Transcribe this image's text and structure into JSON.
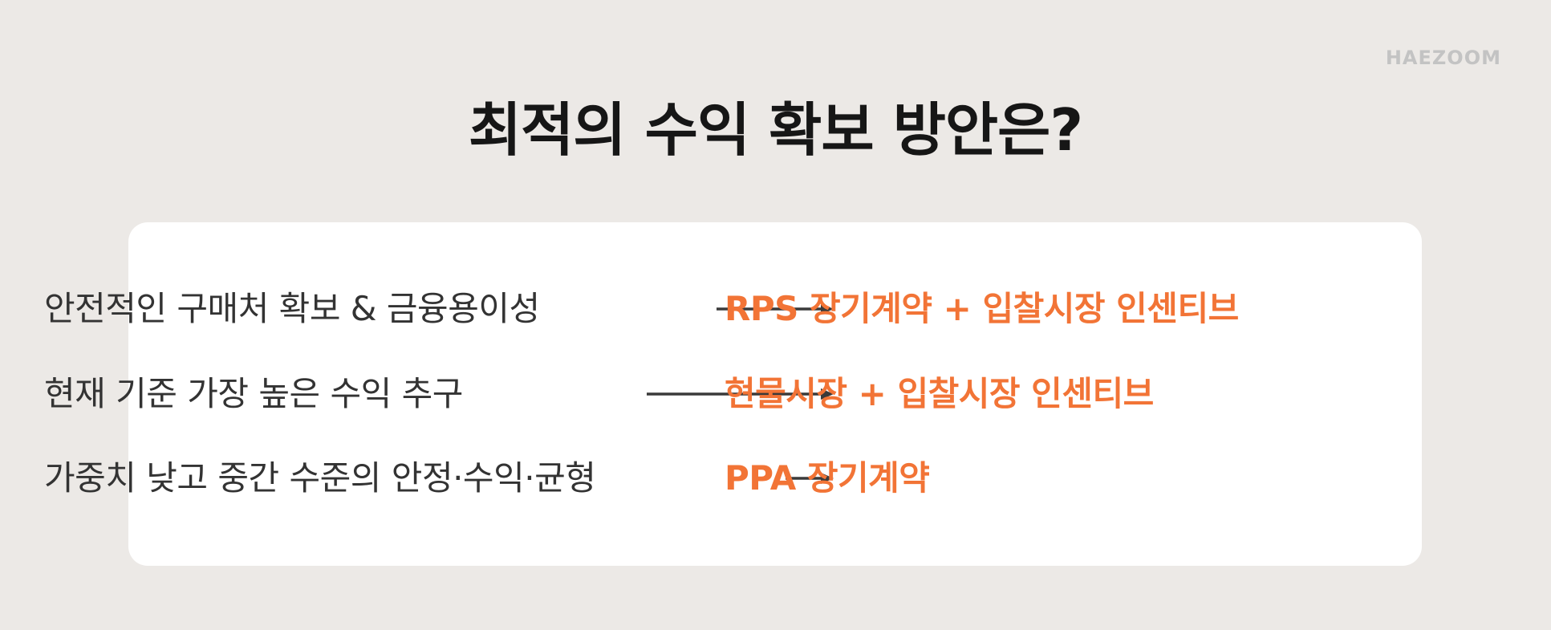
{
  "brand": {
    "label": "HAEZOOM"
  },
  "title": "최적의 수익 확보 방안은?",
  "colors": {
    "background": "#ece9e6",
    "card": "#ffffff",
    "title": "#161616",
    "criteria_text": "#333333",
    "arrow": "#3a3a3a",
    "recommendation": "#f27436",
    "brand": "#c3c3c3"
  },
  "rows": [
    {
      "criteria": "안전적인 구매처 확보 & 금융용이성",
      "arrow_icon": "right-arrow",
      "recommendation": "RPS 장기계약 + 입찰시장 인센티브"
    },
    {
      "criteria": "현재 기준 가장 높은 수익 추구",
      "arrow_icon": "right-arrow",
      "recommendation": "현물시장 + 입찰시장 인센티브"
    },
    {
      "criteria": "가중치 낮고 중간 수준의 안정·수익·균형",
      "arrow_icon": "right-arrow",
      "recommendation": "PPA 장기계약"
    }
  ]
}
